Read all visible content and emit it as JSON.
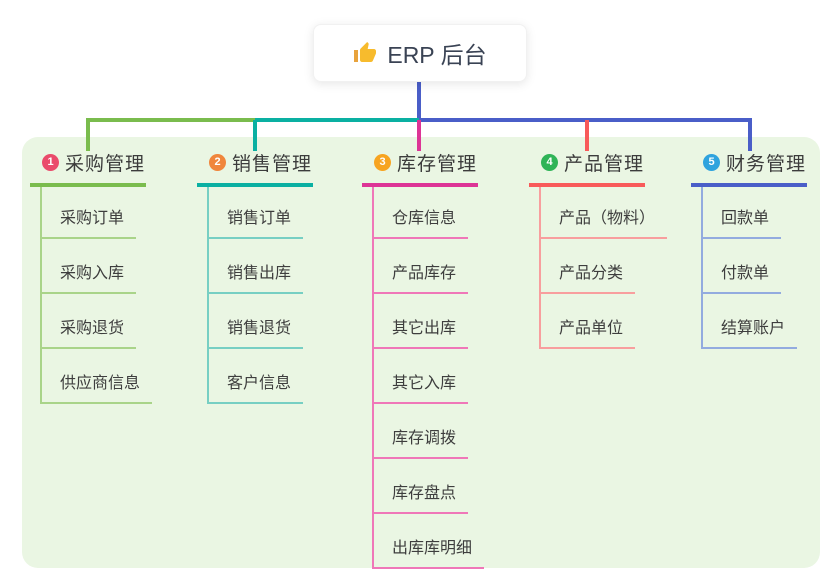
{
  "root": {
    "label": "ERP 后台",
    "icon": "thumbs-up-icon"
  },
  "branches": [
    {
      "index": "1",
      "label": "采购管理",
      "badge_color": "#ea4b6b",
      "line_color": "#7abc4d",
      "child_line_color": "#a9d489",
      "children": [
        "采购订单",
        "采购入库",
        "采购退货",
        "供应商信息"
      ]
    },
    {
      "index": "2",
      "label": "销售管理",
      "badge_color": "#f0863c",
      "line_color": "#0ab0a2",
      "child_line_color": "#77cfc3",
      "children": [
        "销售订单",
        "销售出库",
        "销售退货",
        "客户信息"
      ]
    },
    {
      "index": "3",
      "label": "库存管理",
      "badge_color": "#f7a420",
      "line_color": "#dd3496",
      "child_line_color": "#ef77b8",
      "children": [
        "仓库信息",
        "产品库存",
        "其它出库",
        "其它入库",
        "库存调拨",
        "库存盘点",
        "出库库明细"
      ]
    },
    {
      "index": "4",
      "label": "产品管理",
      "badge_color": "#2fb457",
      "line_color": "#f85a5a",
      "child_line_color": "#f89e9e",
      "children": [
        "产品（物料）",
        "产品分类",
        "产品单位"
      ]
    },
    {
      "index": "5",
      "label": "财务管理",
      "badge_color": "#2fa3de",
      "line_color": "#4a5ec8",
      "child_line_color": "#93abdf",
      "children": [
        "回款单",
        "付款单",
        "结算账户"
      ]
    }
  ],
  "colors": {
    "panel_bg": "#eaf6e3",
    "root_connector": "#4a5ec8",
    "title_text": "#3c3c3c",
    "child_text": "#3e3e3e"
  }
}
